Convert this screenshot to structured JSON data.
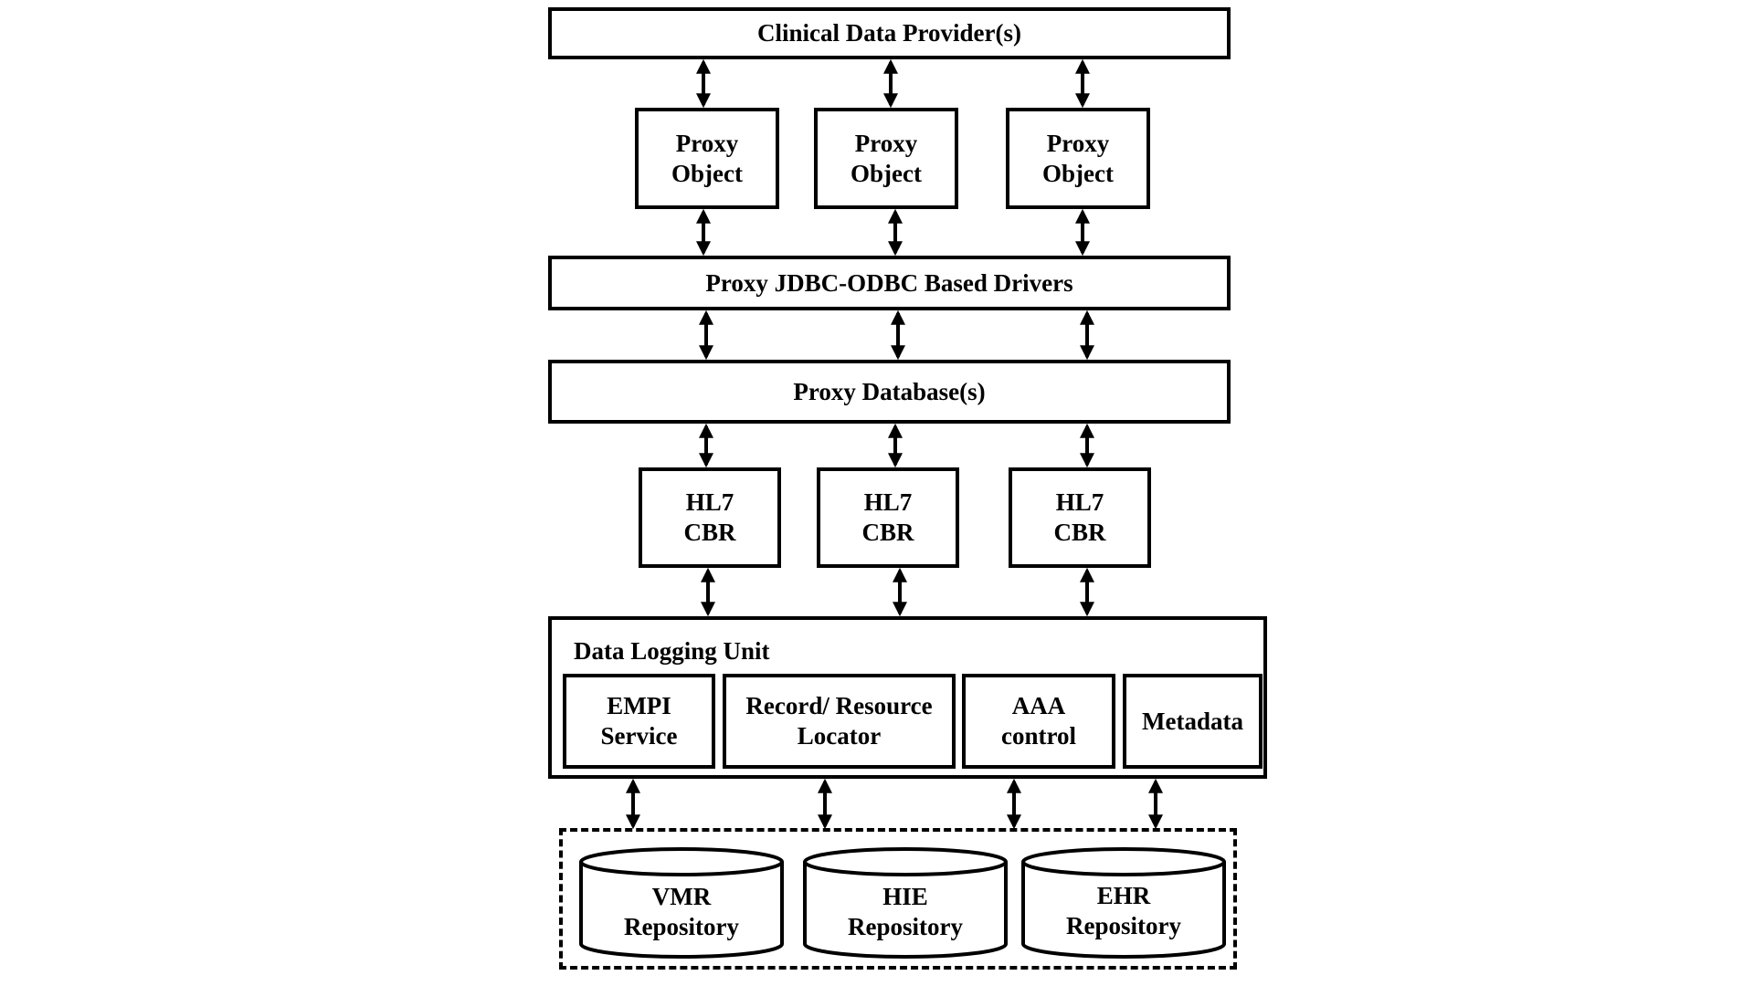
{
  "layers": {
    "clinical_data_providers": "Clinical Data Provider(s)",
    "proxy_objects": [
      {
        "line1": "Proxy",
        "line2": "Object"
      },
      {
        "line1": "Proxy",
        "line2": "Object"
      },
      {
        "line1": "Proxy",
        "line2": "Object"
      }
    ],
    "proxy_drivers": "Proxy JDBC-ODBC Based Drivers",
    "proxy_databases": "Proxy Database(s)",
    "hl7_cbr": [
      {
        "line1": "HL7",
        "line2": "CBR"
      },
      {
        "line1": "HL7",
        "line2": "CBR"
      },
      {
        "line1": "HL7",
        "line2": "CBR"
      }
    ],
    "data_logging_unit": {
      "title": "Data Logging Unit",
      "services": [
        {
          "line1": "EMPI",
          "line2": "Service"
        },
        {
          "line1": "Record/ Resource",
          "line2": "Locator"
        },
        {
          "line1": "AAA",
          "line2": "control"
        },
        {
          "line1": "Metadata",
          "line2": ""
        }
      ]
    },
    "repositories": [
      {
        "line1": "VMR",
        "line2": "Repository"
      },
      {
        "line1": "HIE",
        "line2": "Repository"
      },
      {
        "line1": "EHR",
        "line2": "Repository"
      }
    ]
  }
}
